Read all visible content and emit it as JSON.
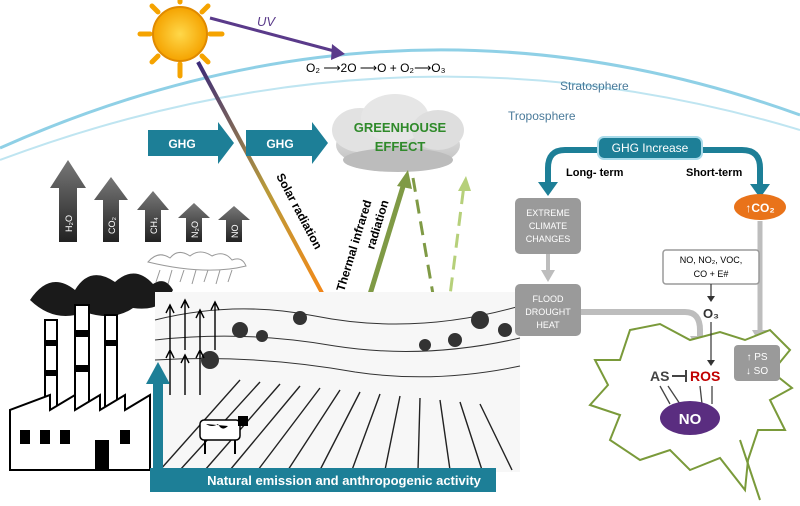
{
  "atmosphere": {
    "uv_label": "UV",
    "equation": "O₂ ⟶2O ⟶O + O₂⟶O₃",
    "stratosphere_label": "Stratosphere",
    "troposphere_label": "Troposphere"
  },
  "ghg_arrows": [
    "GHG",
    "GHG"
  ],
  "greenhouse_cloud": {
    "line1": "GREENHOUSE",
    "line2": "EFFECT"
  },
  "radiation": {
    "solar_label": "Solar radiation",
    "thermal_line1": "Thermal infrared",
    "thermal_line2": "radiation"
  },
  "gas_arrows": [
    "H₂O",
    "CO₂",
    "CH₄",
    "N₂O",
    "NO"
  ],
  "flowchart": {
    "ghg_increase": "GHG Increase",
    "long_term": "Long- term",
    "short_term": "Short-term",
    "co2_badge": "↑CO₂",
    "extreme_box": [
      "EXTREME",
      "CLIMATE",
      "CHANGES"
    ],
    "flood_box": [
      "FLOOD",
      "DROUGHT",
      "HEAT"
    ],
    "pollutants_box": [
      "NO, NO₂, VOC,",
      "CO + E#"
    ],
    "o3": "O₃",
    "ps_so": [
      "↑ PS",
      "↓ SO"
    ]
  },
  "leaf": {
    "as_label": "AS",
    "ros_label": "ROS",
    "no_label": "NO"
  },
  "bottom_banner": "Natural emission and anthropogenic activity",
  "colors": {
    "teal": "#1d7f97",
    "teal_dark": "#166a80",
    "grey_box": "#9a9a9a",
    "orange": "#e9731a",
    "purple": "#5a2d80",
    "green_text": "#2f8a2a",
    "ros_red": "#c00000",
    "leaf_green": "#7a9a3a",
    "arc_blue": "#8fd0e6"
  }
}
